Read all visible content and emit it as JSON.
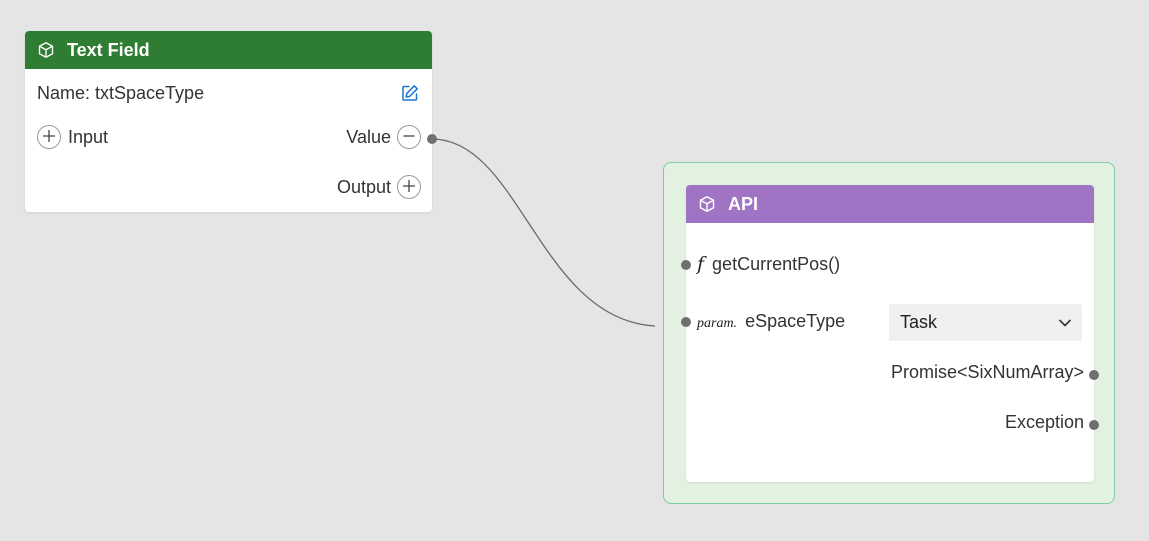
{
  "text_field_node": {
    "title": "Text Field",
    "name_label": "Name: txtSpaceType",
    "input_label": "Input",
    "value_label": "Value",
    "output_label": "Output",
    "header_color": "#2e7d32",
    "icons": {
      "header": "cube-icon",
      "edit": "edit-icon",
      "input_add": "plus-icon",
      "value_remove": "minus-icon",
      "output_add": "plus-icon"
    }
  },
  "api_node": {
    "title": "API",
    "header_color": "#a074c4",
    "group_bg": "#e3f1e1",
    "group_border": "#7dcba8",
    "function_glyph": "f",
    "function_label": "getCurrentPos()",
    "param_glyph": "param.",
    "param_label": "eSpaceType",
    "param_value": "Task",
    "promise_label": "Promise<SixNumArray>",
    "exception_label": "Exception",
    "icons": {
      "header": "cube-icon",
      "dropdown": "chevron-down-icon"
    }
  }
}
